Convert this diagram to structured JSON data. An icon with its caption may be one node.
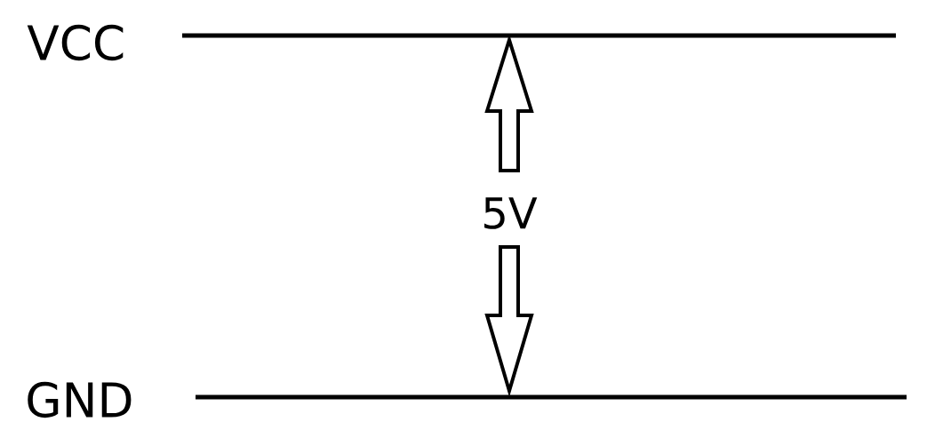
{
  "diagram": {
    "labels": [
      "VCC",
      "5V",
      "GND"
    ]
  }
}
